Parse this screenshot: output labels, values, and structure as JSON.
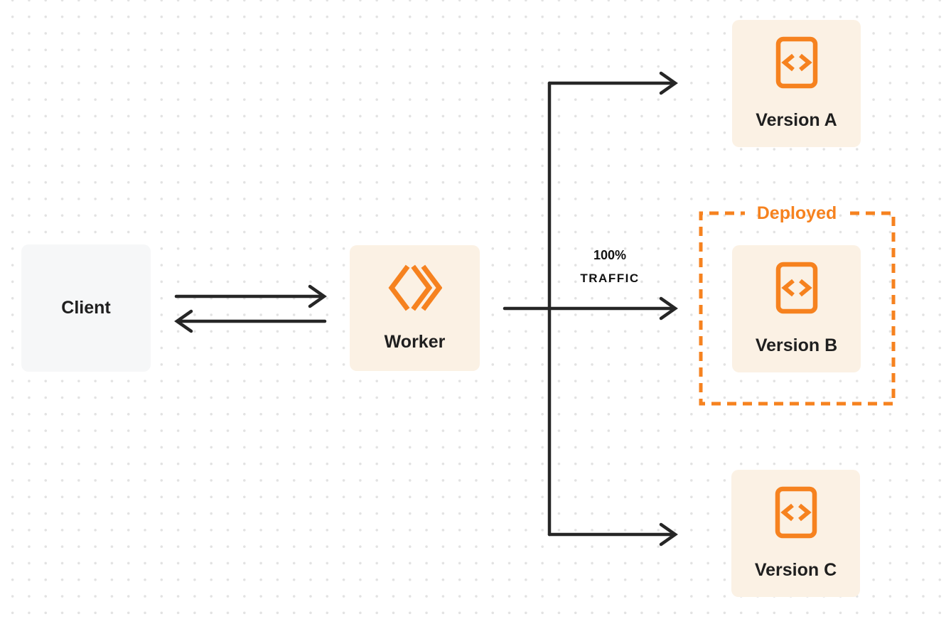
{
  "nodes": {
    "client": {
      "label": "Client"
    },
    "worker": {
      "label": "Worker"
    },
    "version_a": {
      "label": "Version A"
    },
    "version_b": {
      "label": "Version B"
    },
    "version_c": {
      "label": "Version C"
    }
  },
  "annotations": {
    "deployed": "Deployed",
    "traffic_line1": "100%",
    "traffic_line2": "TRAFFIC"
  },
  "icons": {
    "worker": "workers-logo-icon",
    "version": "code-file-icon"
  },
  "colors": {
    "accent": "#F6821F",
    "cream": "#FBF1E4",
    "clientgray": "#F6F7F8",
    "ink": "#1F1F1F",
    "line": "#262626",
    "dot": "#E2E2E2",
    "bg": "#FFFFFF"
  }
}
